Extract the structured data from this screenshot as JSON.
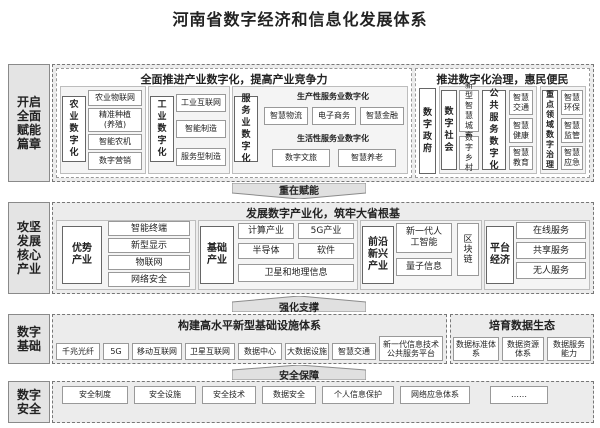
{
  "title": "河南省数字经济和信息化发展体系",
  "layers": {
    "l1": "开启全面赋能篇章",
    "l2": "攻坚发展核心产业",
    "l3": "数字基础",
    "l4": "数字安全"
  },
  "sec1": {
    "heading": "全面推进产业数字化，提高产业竞争力",
    "agri": {
      "label": "农业数字化",
      "items": [
        "农业物联网",
        "精准种植(养殖)",
        "智能农机",
        "数字营销"
      ]
    },
    "ind": {
      "label": "工业数字化",
      "items": [
        "工业互联网",
        "智能制造",
        "服务型制造"
      ]
    },
    "serv": {
      "label": "服务业数字化",
      "prod_title": "生产性服务业数字化",
      "prod_items": [
        "智慧物流",
        "电子商务",
        "智慧金融"
      ],
      "life_title": "生活性服务业数字化",
      "life_items": [
        "数字文旅",
        "智慧养老"
      ]
    }
  },
  "sec2": {
    "heading": "推进数字化治理，惠民便民",
    "gov": "数字政府",
    "society": {
      "label": "数字社会",
      "col1": [
        "新型智慧城市",
        "数字乡村"
      ],
      "col2": [
        "公共服务数字化"
      ],
      "col3": [
        "智慧交通",
        "智慧健康",
        "智慧教育"
      ]
    },
    "key": {
      "label": "重点领域数字治理",
      "items": [
        "智慧环保",
        "智慧监管",
        "智慧应急"
      ]
    }
  },
  "arrows": {
    "a1": "重在赋能",
    "a2": "强化支撑",
    "a3": "安全保障"
  },
  "core": {
    "heading": "发展数字产业化，筑牢大省根基",
    "advantage": {
      "label": "优势产业",
      "items": [
        "智能终端",
        "新型显示",
        "物联网",
        "网络安全"
      ]
    },
    "basic": {
      "label": "基础产业",
      "items": [
        "计算产业",
        "5G产业",
        "半导体",
        "软件",
        "卫星和地理信息"
      ]
    },
    "frontier": {
      "label": "前沿新兴产业",
      "items": [
        "新一代人工智能",
        "量子信息"
      ]
    },
    "blockchain": "区块链",
    "platform": {
      "label": "平台经济",
      "items": [
        "在线服务",
        "共享服务",
        "无人服务"
      ]
    }
  },
  "infra": {
    "heading": "构建高水平新型基础设施体系",
    "items": [
      "千兆光纤",
      "5G",
      "移动互联网",
      "卫星互联网",
      "数据中心",
      "大数据设施",
      "智慧交通",
      "新一代信息技术公共服务平台"
    ],
    "eco_heading": "培育数据生态",
    "eco_items": [
      "数据标准体系",
      "数据资源体系",
      "数据服务能力"
    ]
  },
  "security": {
    "items": [
      "安全制度",
      "安全设施",
      "安全技术",
      "数据安全",
      "个人信息保护",
      "网络应急体系",
      "……"
    ]
  }
}
